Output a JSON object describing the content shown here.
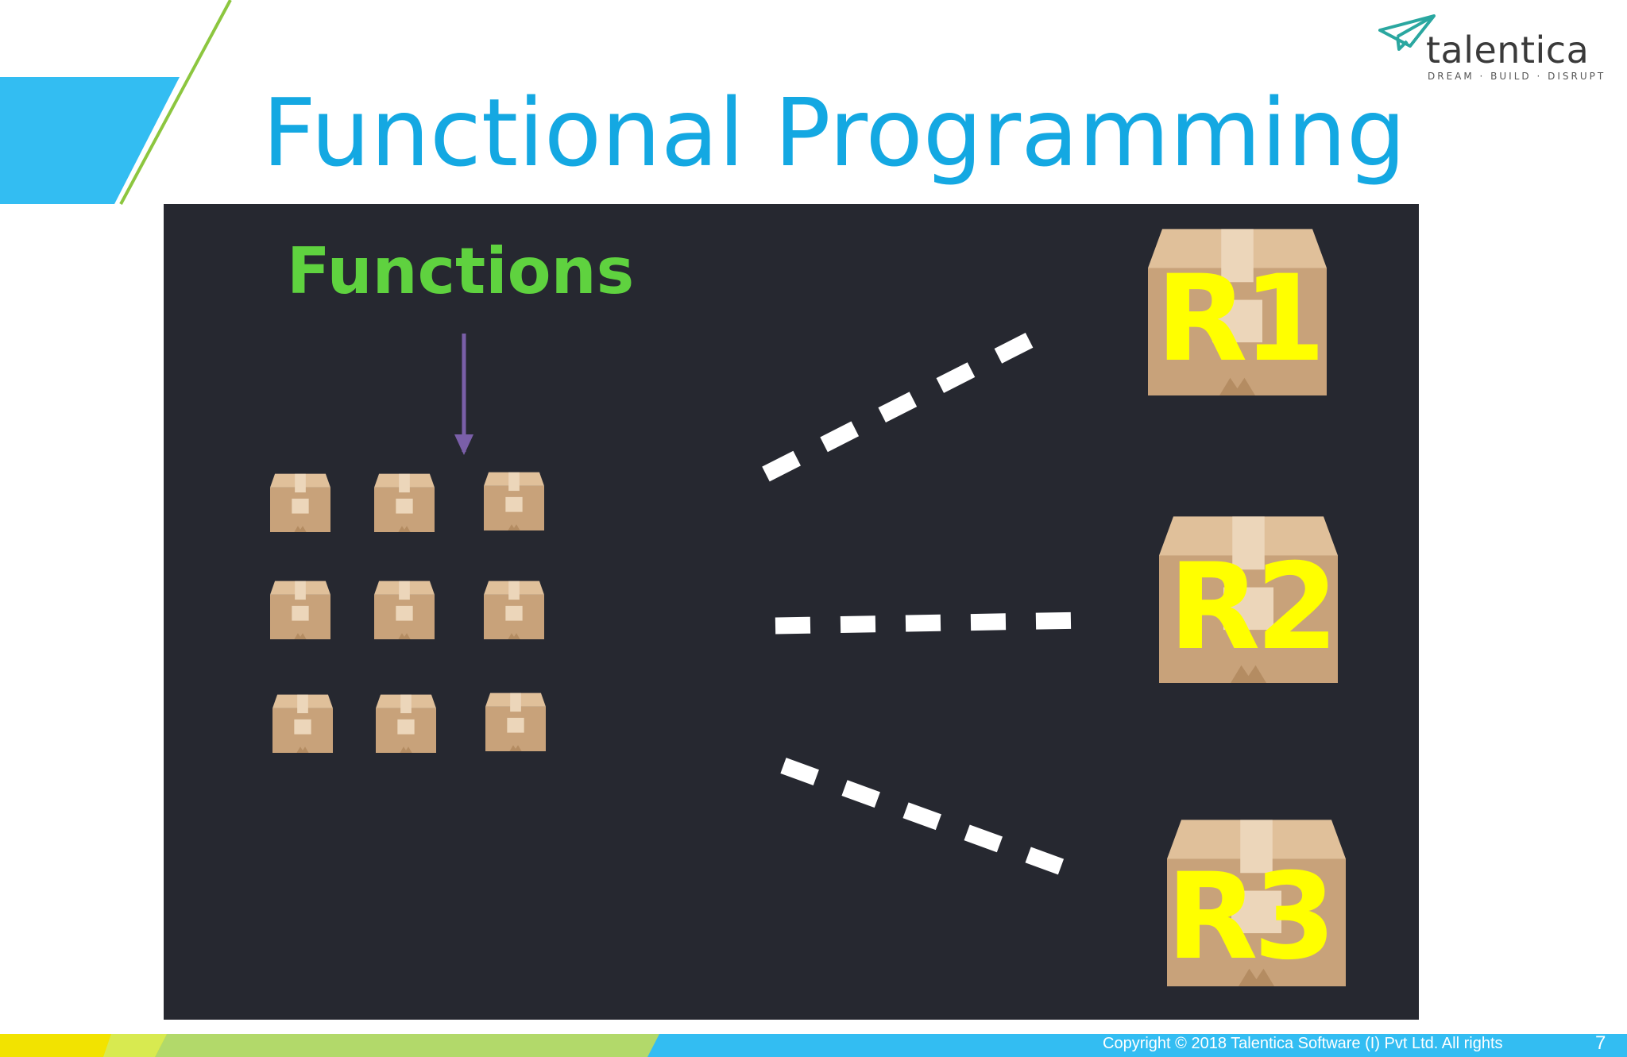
{
  "slide": {
    "title": "Functional Programming",
    "page_number": "7",
    "copyright": "Copyright © 2018 Talentica Software (I) Pvt Ltd. All rights"
  },
  "logo": {
    "wordmark": "talentica",
    "tagline": "DREAM · BUILD · DISRUPT",
    "icon": "paper-plane-icon"
  },
  "figure": {
    "functions_label": "Functions",
    "result_labels": [
      "R1",
      "R2",
      "R3"
    ],
    "function_box_count": 9,
    "icons": [
      "cardboard-box-icon",
      "down-arrow-icon",
      "dashed-line-connector"
    ]
  },
  "colors": {
    "title": "#14a8e2",
    "accent_blue": "#33bdf2",
    "accent_green": "#8cc63f",
    "accent_yellow": "#f2e300",
    "panel_background": "#262830",
    "functions_label": "#5fd23f",
    "result_label": "#ffff00",
    "arrow": "#7a5fa8",
    "box": "#c8a27a"
  }
}
